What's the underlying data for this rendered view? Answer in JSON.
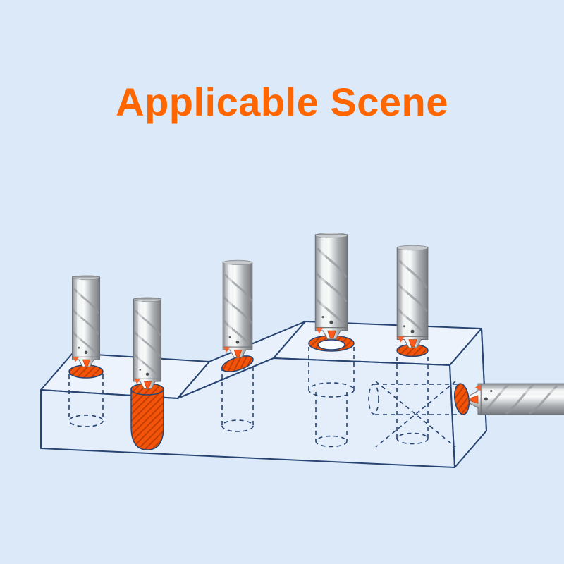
{
  "page": {
    "title": "Applicable Scene",
    "colors": {
      "background": "#dce9f9",
      "accent_orange": "#ff6600",
      "hole_fill": "#f4540a",
      "hole_hatch_line": "#c13d00",
      "outline_navy": "#274472",
      "insert_orange": "#ff5a1e"
    }
  },
  "illustration": {
    "label": "indexable-drill-applicable-scenes",
    "workpiece": "stepped-block-wireframe",
    "scenes": [
      {
        "id": "drill-1",
        "orientation": "vertical",
        "scene": "blind-hole-on-lower-face"
      },
      {
        "id": "drill-2",
        "orientation": "vertical",
        "scene": "half-hole-through-front-edge"
      },
      {
        "id": "drill-3",
        "orientation": "vertical",
        "scene": "hole-on-inclined-step-face"
      },
      {
        "id": "drill-4",
        "orientation": "vertical",
        "scene": "counterbored-step-hole"
      },
      {
        "id": "drill-5",
        "orientation": "vertical",
        "scene": "vertical-cross-hole"
      },
      {
        "id": "drill-6",
        "orientation": "horizontal",
        "scene": "side-entry-cross-hole"
      }
    ]
  }
}
